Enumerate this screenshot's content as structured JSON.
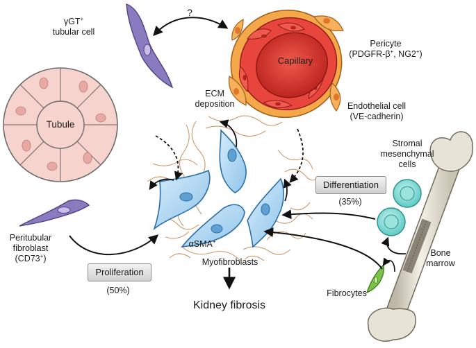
{
  "labels": {
    "ggt_line1": "γGT",
    "ggt_sup": "+",
    "ggt_line2": "tubular cell",
    "tubule": "Tubule",
    "question": "?",
    "capillary": "Capillary",
    "pericyte_line1": "Pericyte",
    "pericyte_line2a": "(PDGFR-β",
    "pericyte_sup1": "+",
    "pericyte_line2b": ", NG2",
    "pericyte_sup2": "+",
    "pericyte_line2c": ")",
    "endo_line1": "Endothelial cell",
    "endo_line2": "(VE-cadherin)",
    "ecm_line1": "ECM",
    "ecm_line2": "deposition",
    "stromal_line1": "Stromal",
    "stromal_line2": "mesenchymal",
    "stromal_line3": "cells",
    "differentiation_pct": "(35%)",
    "peri_line1": "Peritubular",
    "peri_line2": "fibroblast",
    "peri_line3a": "(CD73",
    "peri_sup": "+",
    "peri_line3b": ")",
    "asma": "αSMA",
    "asma_sup": "+",
    "myofibroblasts": "Myofibroblasts",
    "bone_line1": "Bone",
    "bone_line2": "marrow",
    "proliferation_pct": "(50%)",
    "fibrocytes": "Fibrocytes",
    "kidney_fibrosis": "Kidney fibrosis"
  },
  "boxes": {
    "differentiation": "Differentiation",
    "proliferation": "Proliferation"
  },
  "colors": {
    "tubule_fill": "#f6d3cc",
    "tubule_nucleus": "#e9a9a3",
    "fibroblast": "#8a7bc0",
    "myofibroblast": "#a9d3ee",
    "myo_nucleus": "#5fa0d3",
    "capillary": "#d9302a",
    "pericyte": "#f4a84a",
    "stromal": "#86dcd6",
    "fibrocyte": "#7cc24a",
    "bone": "#e7e3d6",
    "ecm": "#c99a6a"
  }
}
